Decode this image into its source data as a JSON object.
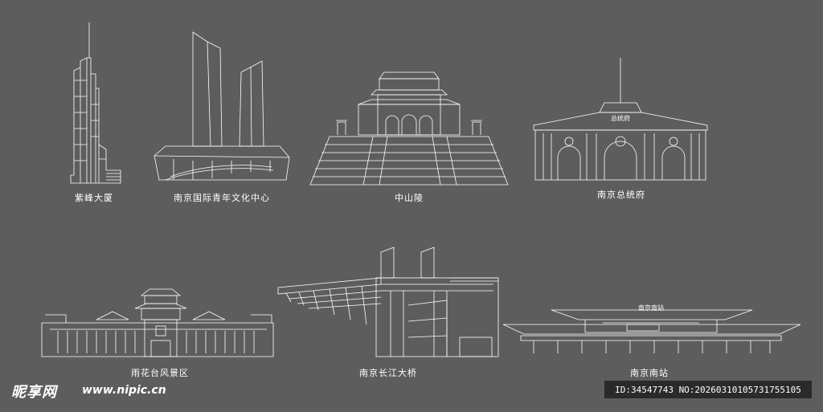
{
  "colors": {
    "background": "#5d5d5d",
    "line": "#ffffff",
    "id_bar": "#2a2a2a"
  },
  "landmarks": [
    {
      "label": "紫峰大厦"
    },
    {
      "label": "南京国际青年文化中心"
    },
    {
      "label": "中山陵"
    },
    {
      "label": "南京总统府"
    },
    {
      "label": "雨花台风景区"
    },
    {
      "label": "南京长江大桥"
    },
    {
      "label": "南京南站"
    }
  ],
  "signs": {
    "presidential_palace": "总统府",
    "south_station": "南京南站"
  },
  "watermark": {
    "logo": "昵享网",
    "url": "www.nipic.cn",
    "id_text": "ID:34547743 NO:20260310105731755105"
  }
}
